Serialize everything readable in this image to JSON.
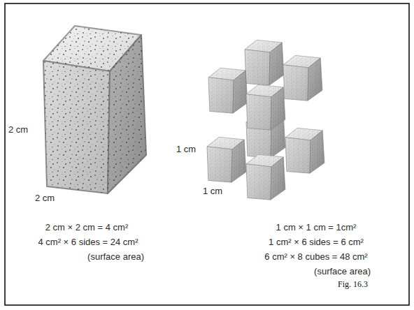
{
  "diagram": {
    "caption": "Fig. 16.3",
    "labels": [
      "2 cm",
      "2 cm",
      "1 cm",
      "1 cm",
      "2 cm × 2 cm = 4 cm²",
      "4 cm² × 6 sides = 24 cm²",
      "(surface area)",
      "1 cm × 1 cm = 1cm²",
      "1 cm² × 6 sides = 6 cm²",
      "6 cm² × 8 cubes = 48 cm²",
      "(surface area)"
    ]
  }
}
